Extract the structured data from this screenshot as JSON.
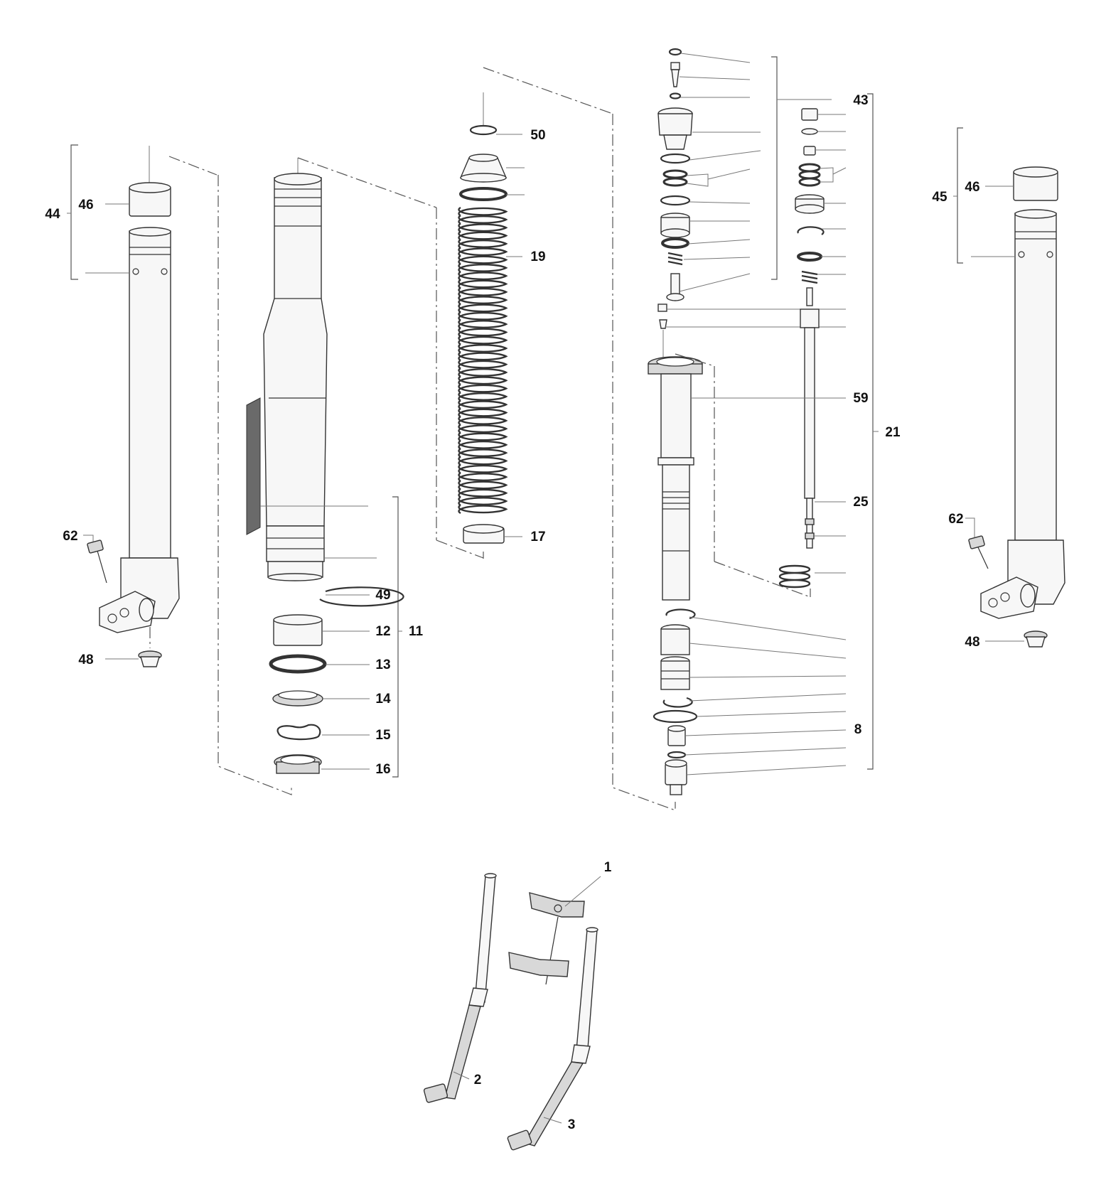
{
  "callouts": [
    {
      "id": "c1",
      "text": "1"
    },
    {
      "id": "c2",
      "text": "2"
    },
    {
      "id": "c3",
      "text": "3"
    },
    {
      "id": "c8",
      "text": "8"
    },
    {
      "id": "c11",
      "text": "11"
    },
    {
      "id": "c12",
      "text": "12"
    },
    {
      "id": "c13",
      "text": "13"
    },
    {
      "id": "c14",
      "text": "14"
    },
    {
      "id": "c15",
      "text": "15"
    },
    {
      "id": "c16",
      "text": "16"
    },
    {
      "id": "c17",
      "text": "17"
    },
    {
      "id": "c19",
      "text": "19"
    },
    {
      "id": "c21",
      "text": "21"
    },
    {
      "id": "c25",
      "text": "25"
    },
    {
      "id": "c43",
      "text": "43"
    },
    {
      "id": "c44",
      "text": "44"
    },
    {
      "id": "c45",
      "text": "45"
    },
    {
      "id": "c46a",
      "text": "46"
    },
    {
      "id": "c46b",
      "text": "46"
    },
    {
      "id": "c48a",
      "text": "48"
    },
    {
      "id": "c48b",
      "text": "48"
    },
    {
      "id": "c49",
      "text": "49"
    },
    {
      "id": "c50",
      "text": "50"
    },
    {
      "id": "c59",
      "text": "59"
    },
    {
      "id": "c62a",
      "text": "62"
    },
    {
      "id": "c62b",
      "text": "62"
    }
  ]
}
